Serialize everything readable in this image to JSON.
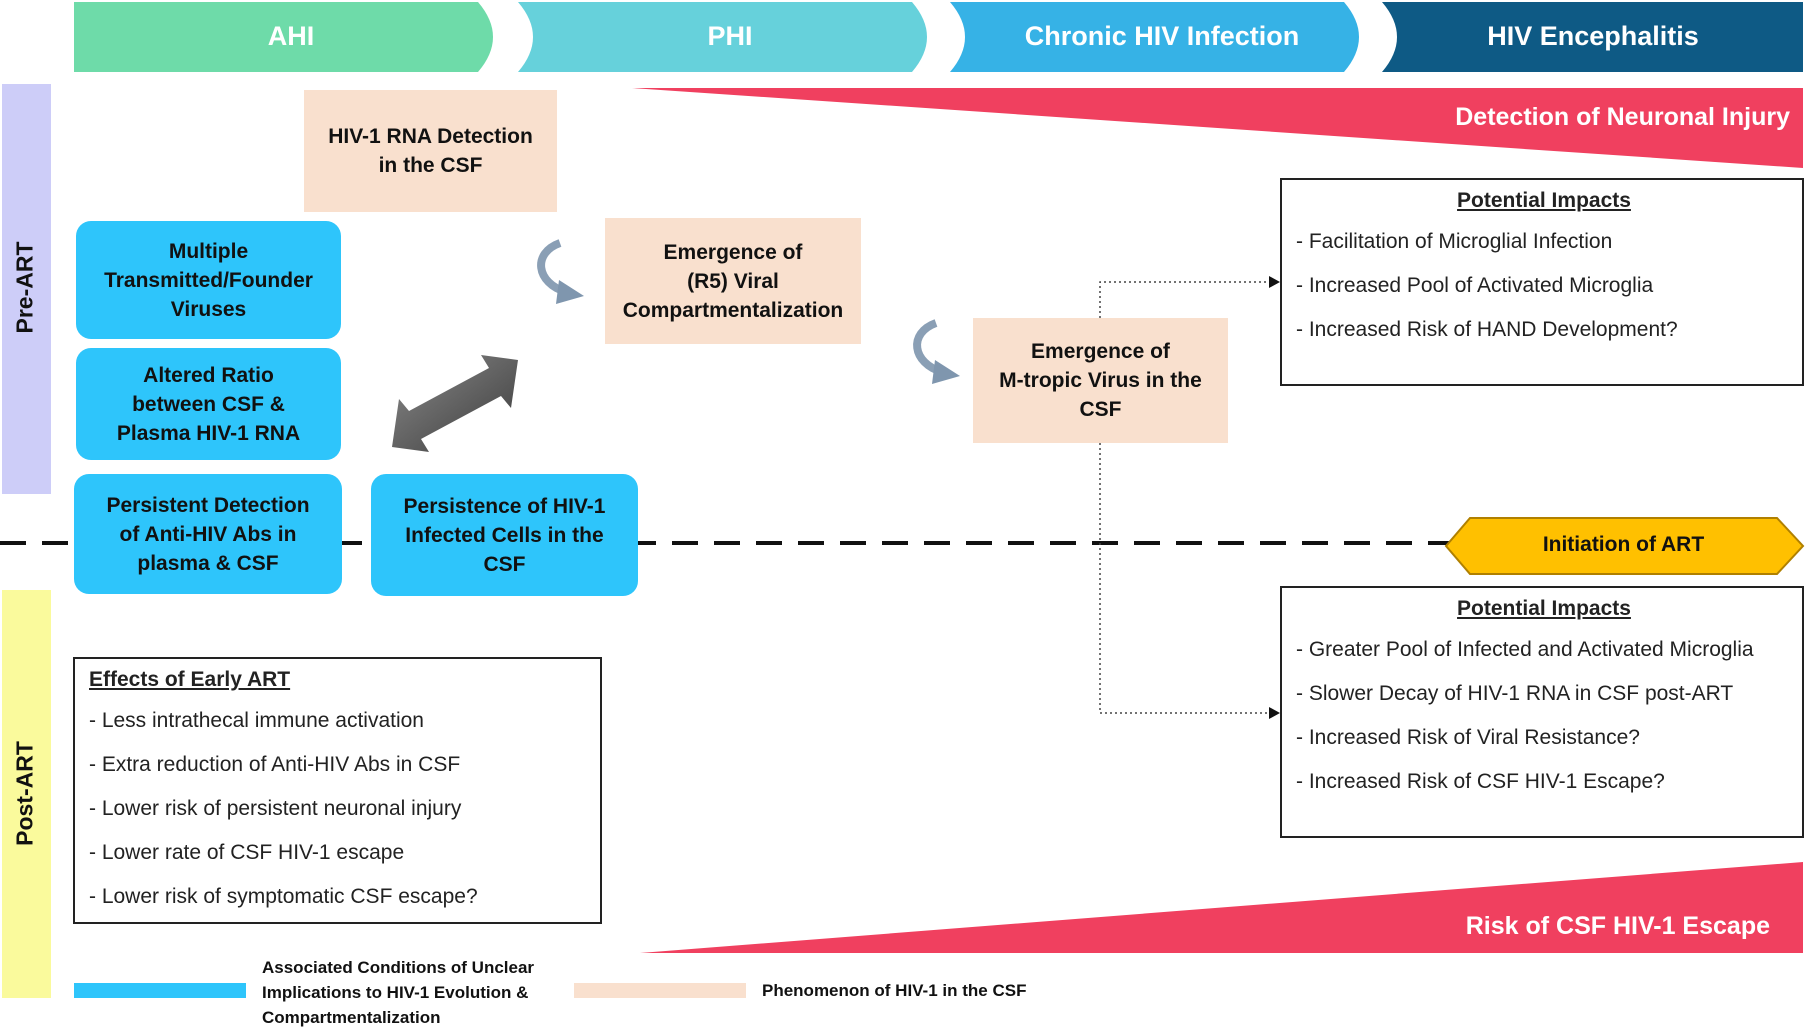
{
  "phases": [
    {
      "label": "AHI",
      "color": "#6edba9"
    },
    {
      "label": "PHI",
      "color": "#66d1db"
    },
    {
      "label": "Chronic HIV Infection",
      "color": "#36b2e6"
    },
    {
      "label": "HIV Encephalitis",
      "color": "#0e5a85"
    }
  ],
  "side": {
    "pre_art": "Pre-ART",
    "post_art": "Post-ART",
    "pre_color": "#cdcdf8",
    "post_color": "#fafa9c"
  },
  "boxes": {
    "rna_detection": [
      "HIV-1 RNA Detection",
      "in the CSF"
    ],
    "multiple_tf": [
      "Multiple",
      "Transmitted/Founder",
      "Viruses"
    ],
    "altered_ratio": [
      "Altered Ratio",
      "between CSF &",
      "Plasma HIV-1 RNA"
    ],
    "persistent_abs": [
      "Persistent Detection",
      "of Anti-HIV Abs in",
      "plasma & CSF"
    ],
    "persistence_cells": [
      "Persistence of HIV-1",
      "Infected Cells in the",
      "CSF"
    ],
    "r5_comp": [
      "Emergence of",
      "(R5) Viral",
      "Compartmentalization"
    ],
    "m_tropic": [
      "Emergence of",
      "M-tropic Virus in the",
      "CSF"
    ]
  },
  "neuronal_injury": "Detection of Neuronal Injury",
  "csf_escape": "Risk of CSF HIV-1 Escape",
  "initiation_art": "Initiation of ART",
  "impacts_pre": {
    "title": "Potential Impacts",
    "items": [
      "- Facilitation of Microglial Infection",
      "- Increased Pool of Activated Microglia",
      "- Increased Risk of HAND Development?"
    ]
  },
  "impacts_post": {
    "title": "Potential Impacts",
    "items": [
      "- Greater Pool of Infected and Activated Microglia",
      "- Slower Decay of HIV-1 RNA in CSF post-ART",
      "- Increased Risk of Viral Resistance?",
      "- Increased Risk of CSF HIV-1 Escape?"
    ]
  },
  "early_art": {
    "title": "Effects of Early ART",
    "items": [
      "- Less intrathecal immune activation",
      "- Extra reduction of Anti-HIV Abs in CSF",
      "- Lower risk of persistent neuronal injury",
      "- Lower rate of CSF HIV-1 escape",
      "- Lower risk of symptomatic CSF escape?"
    ]
  },
  "legend": {
    "blue_label": [
      "Associated Conditions of Unclear",
      "Implications to HIV-1 Evolution &",
      "Compartmentalization"
    ],
    "peach_label": "Phenomenon of HIV-1 in the CSF"
  },
  "colors": {
    "blue_box": "#2ec5fb",
    "peach_box": "#f9e0ce",
    "red": "#f0405f",
    "art_fill": "#ffc000"
  }
}
